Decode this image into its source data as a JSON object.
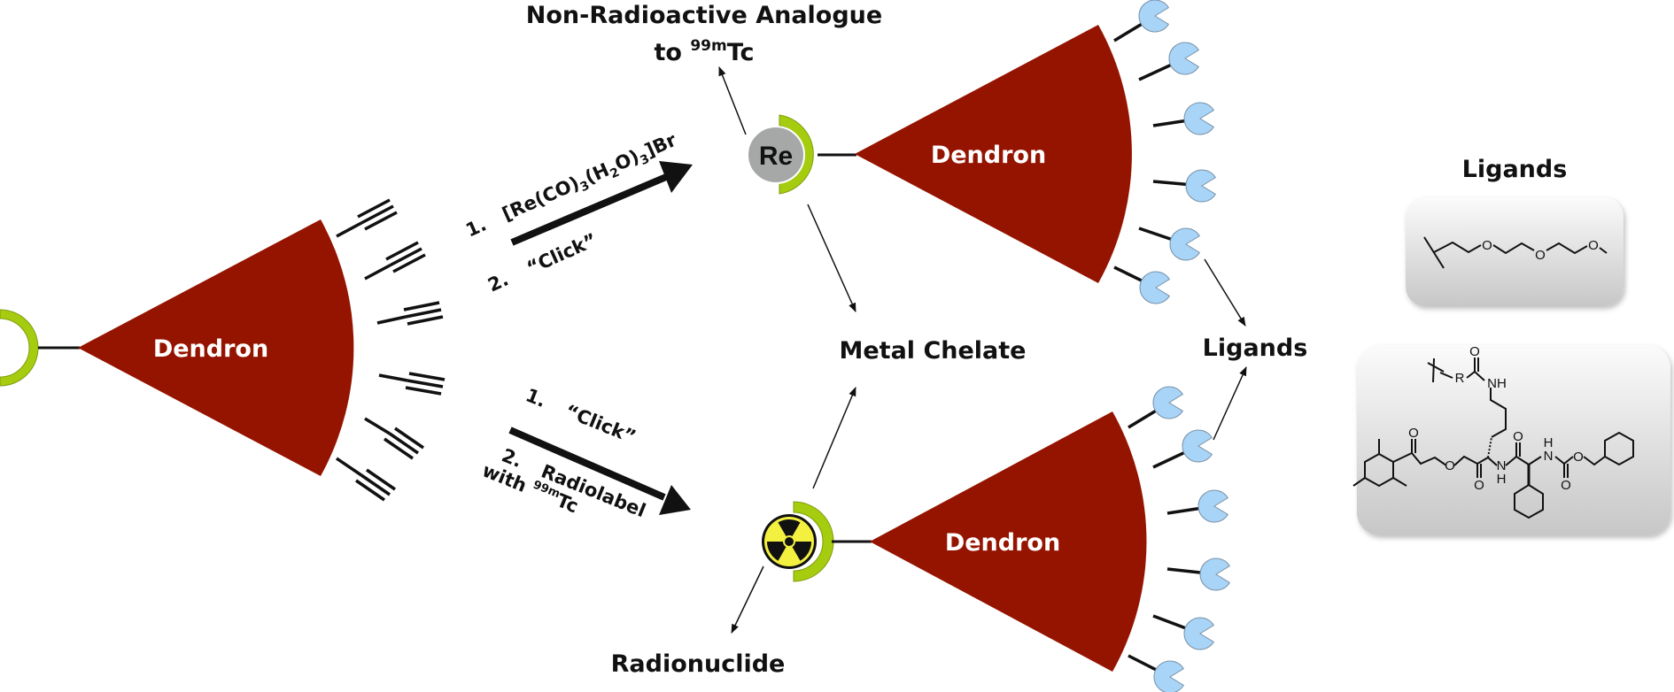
{
  "labels": {
    "non_radioactive_line1": "Non-Radioactive Analogue",
    "non_radioactive_line2_prefix": "to ",
    "non_radioactive_line2_sup": "99m",
    "non_radioactive_line2_el": "Tc",
    "metal_chelate": "Metal Chelate",
    "ligands_center": "Ligands",
    "radionuclide": "Radionuclide",
    "ligands_panel_title": "Ligands"
  },
  "dendrons": [
    {
      "label": "Dendron",
      "terminal": "alkyne"
    },
    {
      "label": "Dendron",
      "terminal": "ligand",
      "chelate": "Re"
    },
    {
      "label": "Dendron",
      "terminal": "ligand",
      "chelate": "radionuclide"
    }
  ],
  "reaction_top": {
    "step1_num": "1.",
    "step1_reagent_a": "[Re(CO)",
    "step1_sub1": "3",
    "step1_reagent_b": "(H",
    "step1_sub2": "2",
    "step1_reagent_c": "O)",
    "step1_sub3": "3",
    "step1_reagent_d": "]Br",
    "step2_num": "2.",
    "step2_text": "“Click”"
  },
  "reaction_bottom": {
    "step1_num": "1.",
    "step1_text": "“Click”",
    "step2_num": "2.",
    "step2_text": "Radiolabel",
    "step2_with": "with ",
    "step2_sup": "99m",
    "step2_el": "Tc"
  },
  "chelate_symbol": "Re",
  "chem_atoms": {
    "O": "O",
    "NH": "NH",
    "N": "N",
    "H": "H",
    "R": "R"
  },
  "colors": {
    "dendron": "#951400",
    "chelator": "#a6cc10",
    "ligand": "#a8d4f8",
    "metal": "#a6a8a8",
    "radiation_yellow": "#f4f040"
  }
}
